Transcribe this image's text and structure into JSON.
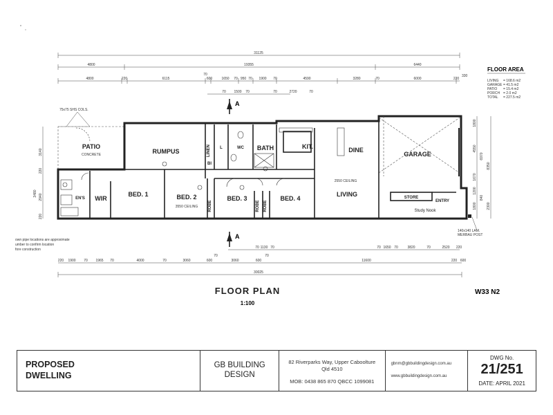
{
  "floor_area": {
    "heading": "FLOOR AREA",
    "rows": [
      {
        "label": "LIVING",
        "value": "= 168.6 m2"
      },
      {
        "label": "GARAGE",
        "value": "= 41.5 m2"
      },
      {
        "label": "PATIO",
        "value": "= 15.4 m2"
      },
      {
        "label": "PORCH",
        "value": "= 2.0 m2"
      },
      {
        "label": "TOTAL",
        "value": "= 227.5 m2"
      }
    ]
  },
  "rooms": {
    "patio": "PATIO",
    "concrete": "CONCRETE",
    "rumpus": "RUMPUS",
    "linen": "LINEN",
    "wc": "WC",
    "bath": "BATH",
    "kit": "KIT.",
    "dine": "DINE",
    "garage": "GARAGE",
    "ens": "EN'S",
    "wir": "WIR",
    "bed1": "BED. 1",
    "bed2": "BED. 2",
    "bed3": "BED. 3",
    "bed4": "BED. 4",
    "robe": "ROBE",
    "living": "LIVING",
    "store": "STORE",
    "entry": "ENTRY",
    "study_nook": "Study Nook",
    "linen_l": "L",
    "bi": "BI"
  },
  "notes": {
    "shs_cols": "75x75 SHS COLS.",
    "ceiling_2550_living": "2550 CEILING",
    "ceiling_3550_bed2": "3550 CEILING",
    "merbau": "140x140 LAM.",
    "merbau2": "MERBAU POST",
    "pipe_note_1": "own pipe locations are approximate",
    "pipe_note_2": "umber to confirm location",
    "pipe_note_3": "fore construction",
    "section_marker": "A"
  },
  "dimensions": {
    "overall_top": "31125",
    "top_row1": [
      "4800",
      "19355",
      "6440"
    ],
    "top_row2": [
      "4800",
      "220",
      "6115",
      "70",
      "600",
      "1650",
      "70",
      "950",
      "70",
      "1900",
      "70",
      "4590",
      "3280",
      "70",
      "6000",
      "220"
    ],
    "top_row3": [
      "70",
      "1500",
      "70",
      "70",
      "2720",
      "70"
    ],
    "right_small": "330",
    "bottom_row1": [
      "70",
      "1130",
      "70",
      "70",
      "1650",
      "70",
      "3820",
      "70",
      "2520",
      "220"
    ],
    "bottom_row2": [
      "220",
      "1900",
      "70",
      "1965",
      "70",
      "4000",
      "70",
      "3060",
      "600",
      "70",
      "3060",
      "600",
      "70",
      "11600",
      "220",
      "600"
    ],
    "overall_bottom": "30025",
    "left": [
      "3140",
      "220",
      "3480",
      "2940",
      "220"
    ],
    "right": [
      "1800",
      "4550",
      "6970",
      "8350",
      "1670",
      "1200",
      "840",
      "1800",
      "2300"
    ]
  },
  "drawing": {
    "title": "FLOOR  PLAN",
    "scale": "1:100",
    "code": "W33  N2"
  },
  "title_block": {
    "proposed_line1": "PROPOSED",
    "proposed_line2": "DWELLING",
    "company_line1": "GB BUILDING",
    "company_line2": "DESIGN",
    "address_line1": "82 Riverparks Way,  Upper Caboolture",
    "address_line2": "Qld 4510",
    "phones": "MOB: 0438 865 870   QBCC 1099081",
    "email": "gbnm@gbbuildingdesign.com.au",
    "website": "www.gbbuildingdesign.com.au",
    "dwg_label": "DWG No.",
    "dwg_number": "21/251",
    "date": "DATE: APRIL 2021"
  }
}
